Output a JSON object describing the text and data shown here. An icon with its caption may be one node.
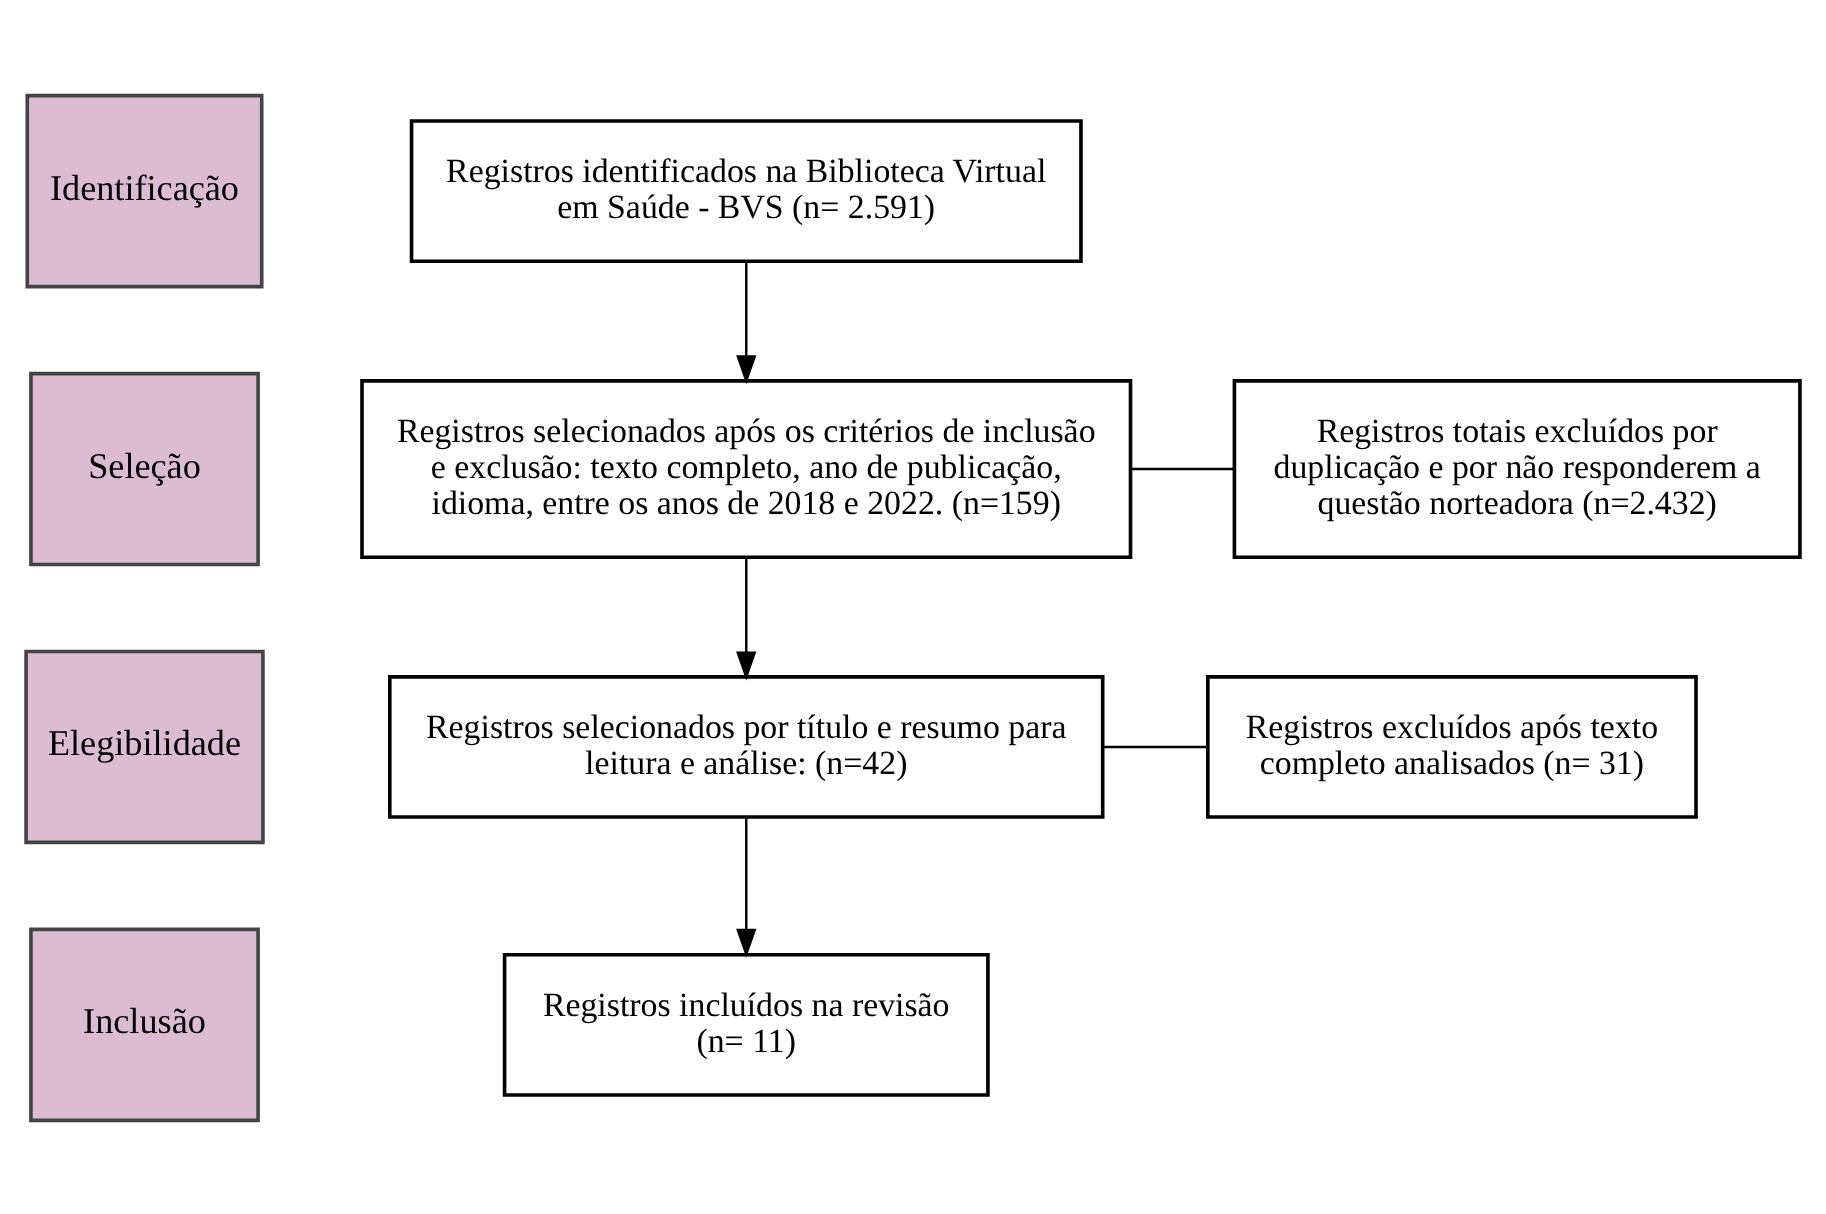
{
  "diagram": {
    "nodes": [
      {
        "text": [
          "Identificação"
        ]
      },
      {
        "text": [
          "Seleção"
        ]
      },
      {
        "text": [
          "Elegibilidade"
        ]
      },
      {
        "text": [
          "Inclusão"
        ]
      },
      {
        "text": [
          "Registros identificados na Biblioteca Virtual em Saúde - BVS (n= 2.591)"
        ]
      },
      {
        "text": [
          "Registros selecionados após os critérios de inclusão e exclusão: texto completo, ano de publicação, idioma, entre os anos de 2018 e 2022. (n=159)"
        ]
      },
      {
        "text": [
          "Registros totais excluídos por duplicação e por não responderem a questão norteadora (n=2.432)"
        ]
      },
      {
        "text": [
          "Registros selecionados por título e resumo para leitura e análise: (n=42)"
        ]
      },
      {
        "text": [
          "Registros excluídos após texto completo analisados (n= 31)"
        ]
      },
      {
        "text": [
          "Registros incluídos na revisão (n= 11)"
        ]
      }
    ],
    "edges": [
      {
        "from": 4,
        "to": 5,
        "arrow": "to"
      },
      {
        "from": 5,
        "to": 6,
        "arrow": "none"
      },
      {
        "from": 5,
        "to": 7,
        "arrow": "to"
      },
      {
        "from": 7,
        "to": 8,
        "arrow": "none"
      },
      {
        "from": 7,
        "to": 9,
        "arrow": "to"
      }
    ]
  }
}
